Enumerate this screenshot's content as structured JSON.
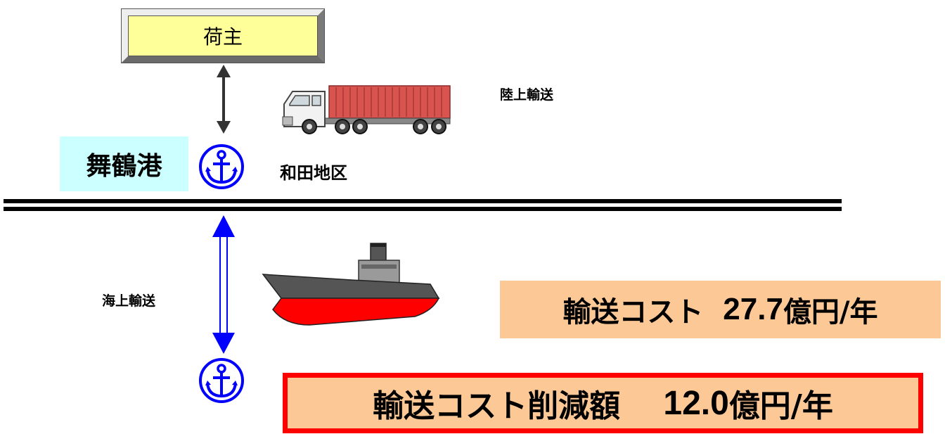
{
  "shipper": {
    "label": "荷主"
  },
  "port": {
    "name": "舞鶴港",
    "district": "和田地区"
  },
  "transport": {
    "land": "陸上輸送",
    "sea": "海上輸送"
  },
  "cost": {
    "label": "輸送コスト",
    "value": "27.7",
    "unit": "億円/年"
  },
  "reduction": {
    "label": "輸送コスト削減額",
    "value": "12.0",
    "unit": "億円/年"
  },
  "colors": {
    "shipper_fill": "#ffff99",
    "port_label_fill": "#ccffff",
    "anchor": "#0000ff",
    "sea_arrow": "#0000ff",
    "land_arrow": "#333333",
    "cost_fill": "#fcc996",
    "reduction_border": "#ff0000",
    "container": "#d9534f",
    "ship_hull": "#ff0000"
  },
  "icons": [
    "anchor-icon",
    "truck-icon",
    "ship-icon"
  ]
}
